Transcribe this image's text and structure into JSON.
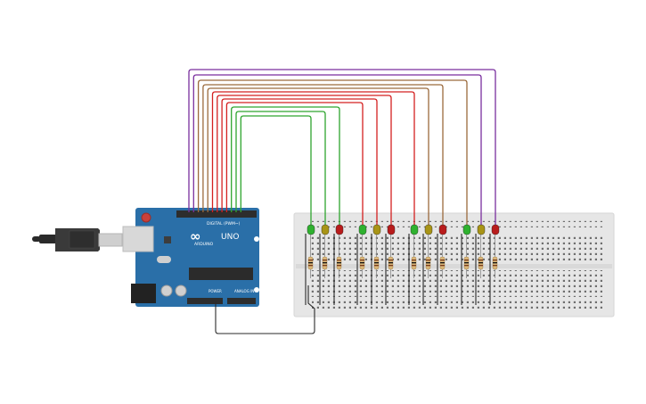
{
  "board": {
    "brand_text": "ARDUINO",
    "model_text": "UNO",
    "digital_header_text": "DIGITAL (PWM~)",
    "power_label": "POWER",
    "analog_label": "ANALOG IN",
    "logo_symbol": "∞",
    "colors": {
      "pcb": "#2a6fa8",
      "pcb_dark": "#1c4f7a",
      "header": "#2d2d2d",
      "chip": "#2b2b2b",
      "reset": "#c8403a"
    }
  },
  "cable": {
    "colors": {
      "plug": "#2a2a2a",
      "metal": "#cfcfcf"
    }
  },
  "breadboard": {
    "colors": {
      "body": "#e6e6e6",
      "hole": "#6f6f6f"
    }
  },
  "led_groups": [
    {
      "leds": [
        "green",
        "yellow",
        "red"
      ]
    },
    {
      "leds": [
        "green",
        "yellow",
        "red"
      ]
    },
    {
      "leds": [
        "green",
        "yellow",
        "red"
      ]
    },
    {
      "leds": [
        "green",
        "yellow",
        "red"
      ]
    }
  ],
  "led_colors": {
    "green": "#2fb12f",
    "yellow": "#a89416",
    "red": "#b81c1c"
  },
  "wire_colors": {
    "purple": "#7a2f9e",
    "brown": "#9b6a3c",
    "red": "#d42020",
    "green": "#2ea52e",
    "black": "#2a2a2a"
  },
  "wire_color_order": [
    "purple",
    "purple",
    "brown",
    "brown",
    "brown",
    "red",
    "red",
    "red",
    "red",
    "green",
    "green",
    "green"
  ]
}
